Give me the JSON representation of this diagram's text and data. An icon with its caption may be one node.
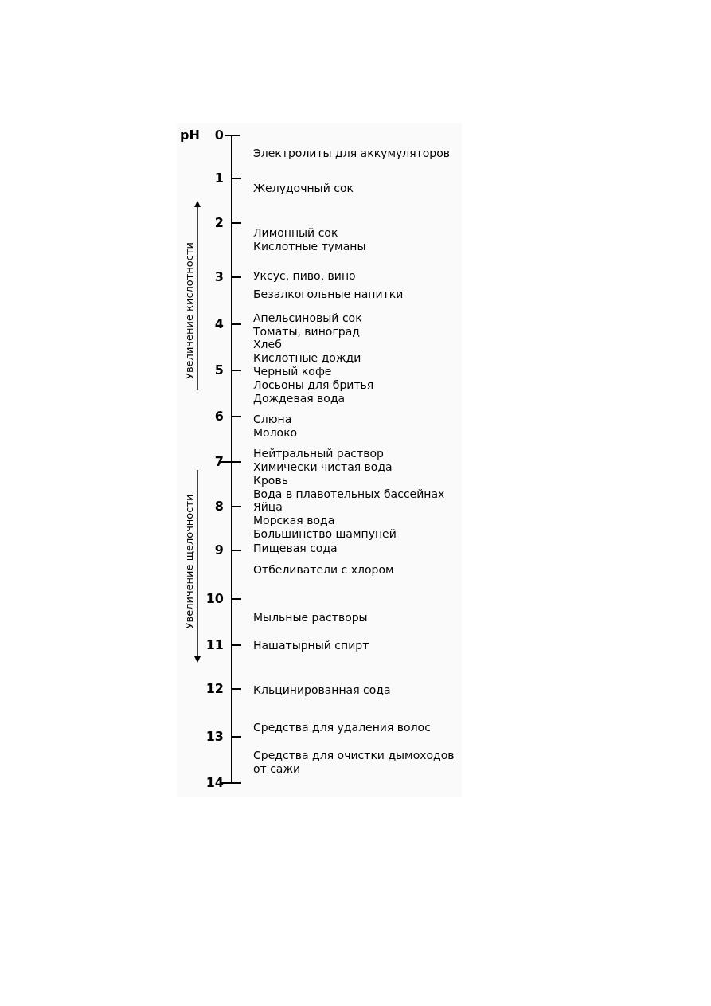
{
  "diagram": {
    "labels": [
      "pH",
      "0",
      "Электролиты для аккумуляторов",
      "1",
      "Желудочный сок",
      "2",
      "Лимонный сок",
      "Кислотные туманы",
      "3",
      "Уксус, пиво, вино",
      "Безалкогольные напитки",
      "Апельсиновый сок",
      "4",
      "Томаты, виноград",
      "Хлеб",
      "Кислотные дожди",
      "5",
      "Черный кофе",
      "Лосьоны для бритья",
      "Дождевая вода",
      "6",
      "Слюна",
      "Молоко",
      "Нейтральный раствор",
      "7",
      "Химически чистая вода",
      "Кровь",
      "Вода в плавотельных бассейнах",
      "8",
      "Яйца",
      "Морская вода",
      "Большинство шампуней",
      "9",
      "Пищевая сода",
      "Отбеливатели с хлором",
      "10",
      "Мыльные растворы",
      "11",
      "Нашатырный спирт",
      "12",
      "Кльцинированная сода",
      "Средства для удаления волос",
      "13",
      "Средства для очистки дымоходов от сажи",
      "14",
      "Увеличение кислотности",
      "Увеличение щелочности"
    ]
  }
}
